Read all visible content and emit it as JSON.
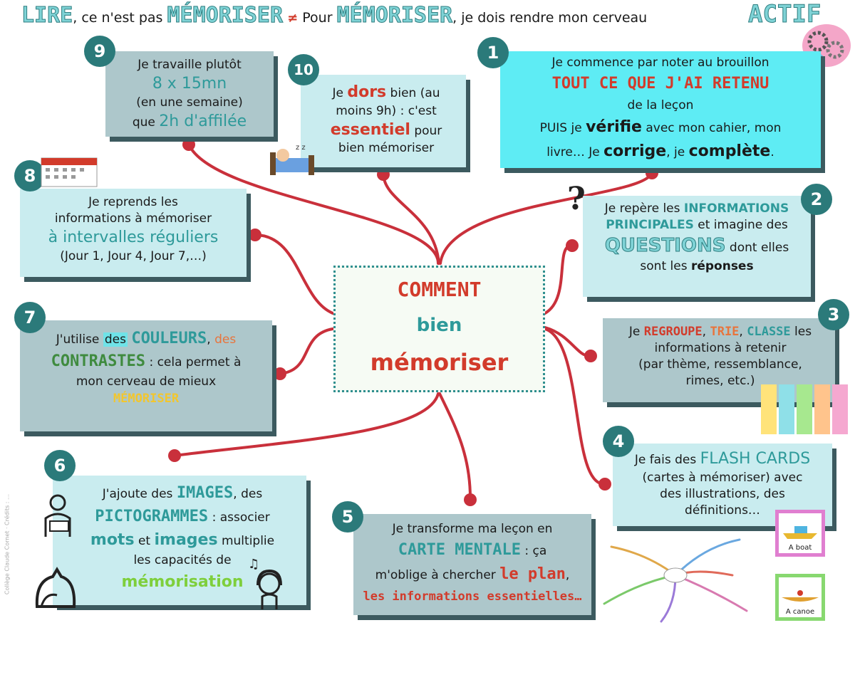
{
  "header": {
    "lire": "LIRE",
    "mid1": ", ce n'est pas",
    "mem1": "MÉMORISER",
    "sep": "≠",
    "pour": "Pour",
    "mem2": "MÉMORISER",
    "mid2": ", je dois rendre mon cerveau",
    "actif": "ACTIF"
  },
  "center": {
    "l1": "COMMENT",
    "l2": "bien",
    "l3": "mémoriser"
  },
  "steps": {
    "s1": {
      "num": "1",
      "a": "Je commence par noter au brouillon",
      "b": "TOUT CE QUE J'AI RETENU",
      "c": "de la leçon",
      "d1": "PUIS je ",
      "d2": "vérifie",
      "d3": " avec mon cahier, mon",
      "e1": "livre… Je ",
      "e2": "corrige",
      "e3": ", je ",
      "e4": "complète",
      "e5": "."
    },
    "s2": {
      "num": "2",
      "a1": "Je repère les ",
      "a2": "INFORMATIONS",
      "b1": "PRINCIPALES",
      "b2": " et imagine des",
      "c1": "QUESTIONS",
      "c2": " dont elles",
      "d1": "sont les ",
      "d2": "réponses"
    },
    "s3": {
      "num": "3",
      "a1": "Je ",
      "a2": "REGROUPE",
      "a3": ", ",
      "a4": "TRIE",
      "a5": ", ",
      "a6": "CLASSE",
      "a7": " les",
      "b": "informations à retenir",
      "c": "(par thème, ressemblance,",
      "d": "rimes, etc.)"
    },
    "s4": {
      "num": "4",
      "a1": "Je fais des ",
      "a2": "FLASH CARDS",
      "b": "(cartes à mémoriser) avec",
      "c": "des illustrations, des",
      "d": "définitions…"
    },
    "s5": {
      "num": "5",
      "a": "Je transforme ma leçon en",
      "b1": "CARTE MENTALE",
      "b2": " : ça",
      "c1": "m'oblige à chercher ",
      "c2": "le plan",
      "c3": ",",
      "d": "les informations essentielles…"
    },
    "s6": {
      "num": "6",
      "a1": "J'ajoute des ",
      "a2": "IMAGES",
      "a3": ", des",
      "b1": "PICTOGRAMMES",
      "b2": " : associer",
      "c1": "mots",
      "c2": " et ",
      "c3": "images",
      "c4": " multiplie",
      "d": "les capacités de",
      "e": "mémorisation"
    },
    "s7": {
      "num": "7",
      "a1": "J'utilise ",
      "a2": "des",
      "a3": " ",
      "a4": "COULEURS",
      "a5": ", ",
      "a6": "des",
      "b1": "CONTRASTES",
      "b2": " : cela permet à",
      "c": "mon cerveau de mieux",
      "d": "MÉMORISER"
    },
    "s8": {
      "num": "8",
      "a": "Je reprends les",
      "b": "informations à mémoriser",
      "c": "à intervalles réguliers",
      "d": "(Jour 1, Jour 4, Jour 7,…)"
    },
    "s9": {
      "num": "9",
      "a": "Je travaille plutôt",
      "b": "8 x 15mn",
      "c": "(en une semaine)",
      "d1": "que ",
      "d2": "2h d'affilée"
    },
    "s10": {
      "num": "10",
      "a1": "Je ",
      "a2": "dors",
      "a3": " bien (au",
      "b": "moins 9h) : c'est",
      "c1": "essentiel",
      "c2": " pour",
      "d": "bien mémoriser"
    }
  },
  "flashcards": {
    "boat": "A boat",
    "canoe": "A canoe"
  },
  "side_credit": "Collège Claude Cornet · Crédits : …",
  "colors": {
    "teal": "#2b7a7a",
    "link": "#c9303b",
    "card": "#c9ecef",
    "card_cyan": "#5eecf4",
    "red": "#d23b2b"
  }
}
